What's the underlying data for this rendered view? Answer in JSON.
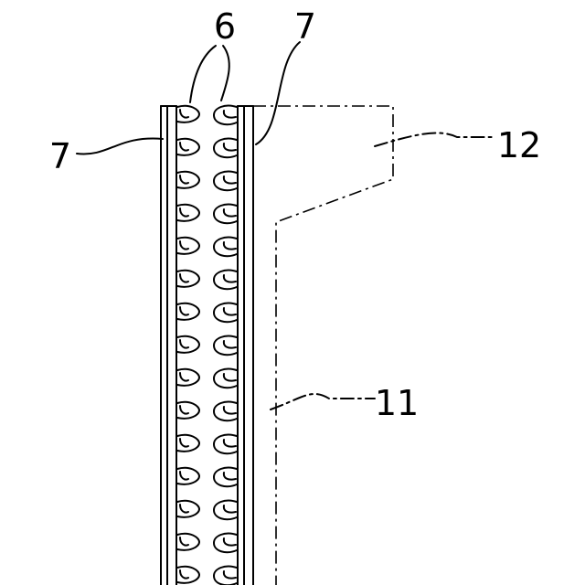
{
  "labels": {
    "six": "6",
    "seven_left": "7",
    "seven_right": "7",
    "twelve": "12",
    "eleven": "11"
  },
  "style": {
    "line_color": "#000000",
    "background": "#ffffff"
  }
}
